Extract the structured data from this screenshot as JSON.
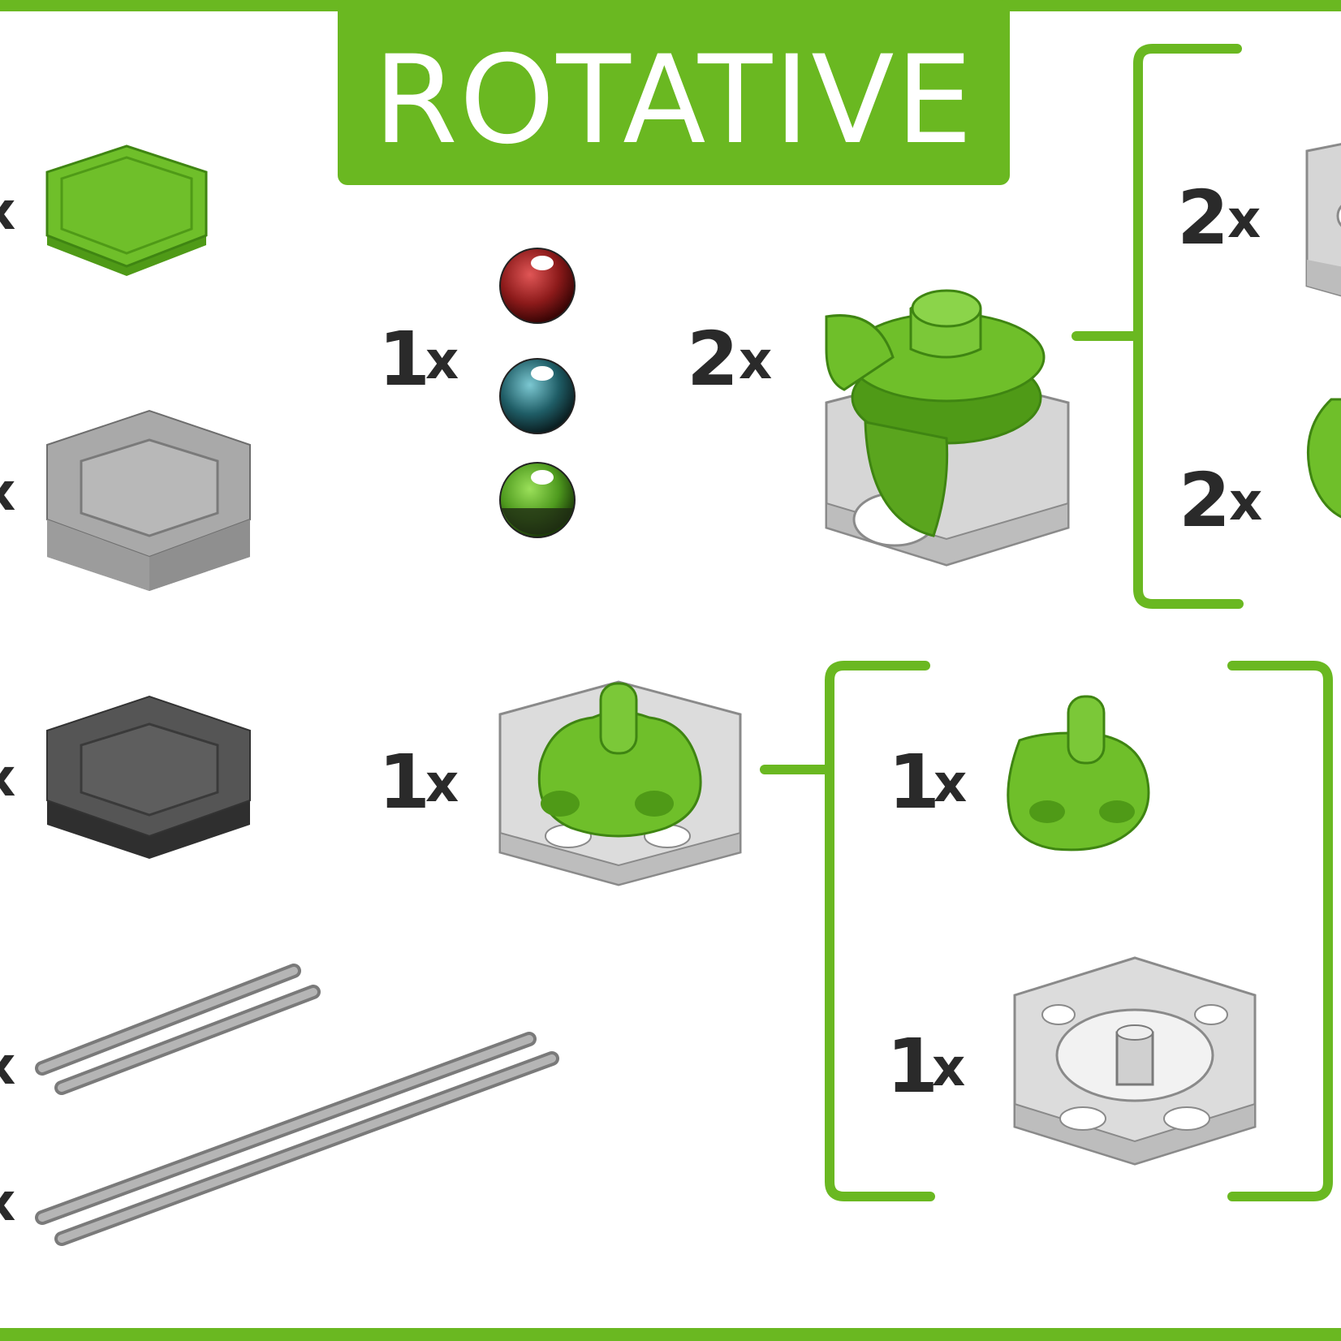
{
  "title": "ROTATIVE",
  "colors": {
    "brand_green": "#6ab821",
    "part_green": "#6fbf2a",
    "part_green_dark": "#4f9a17",
    "text_dark": "#2a2a2a",
    "grey_light": "#a8a8a8",
    "grey_dark": "#505050"
  },
  "left_column": [
    {
      "part": "green-hexagon-tile",
      "quantity": "x"
    },
    {
      "part": "light-grey-hexagon-tile",
      "quantity": "x"
    },
    {
      "part": "dark-grey-hexagon-tile",
      "quantity": "x"
    },
    {
      "part": "short-rail",
      "quantity": "x"
    },
    {
      "part": "long-rail",
      "quantity": "x"
    }
  ],
  "marbles": {
    "count": "1",
    "suffix": "x",
    "colors": [
      "#8c1a1a",
      "#1f5d66",
      "#4e9a1e"
    ]
  },
  "spiral": {
    "count": "2",
    "suffix": "x"
  },
  "spiral_parts": [
    {
      "count": "2",
      "suffix": "x",
      "part": "spiral-base-tile"
    },
    {
      "count": "2",
      "suffix": "x",
      "part": "spiral-ramp"
    }
  ],
  "rotator": {
    "count": "1",
    "suffix": "x"
  },
  "rotator_parts": [
    {
      "count": "1",
      "suffix": "x",
      "part": "green-rotator-cap"
    },
    {
      "count": "1",
      "suffix": "x",
      "part": "rotator-base-tile"
    }
  ]
}
